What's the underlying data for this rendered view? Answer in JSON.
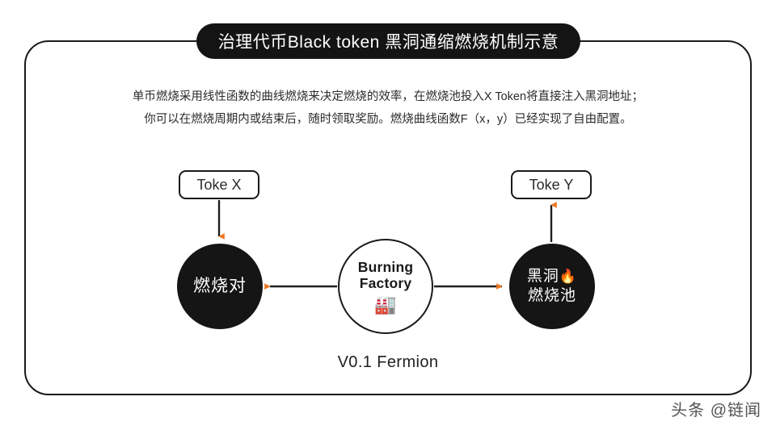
{
  "title": {
    "text": "治理代币Black token 黑洞通缩燃烧机制示意"
  },
  "description": {
    "line1": "单币燃烧采用线性函数的曲线燃烧来决定燃烧的效率，在燃烧池投入X Token将直接注入黑洞地址；",
    "line2": "你可以在燃烧周期内或结束后，随时领取奖励。燃烧曲线函数F（x，y）已经实现了自由配置。"
  },
  "diagram": {
    "token_x_label": "Toke X",
    "token_y_label": "Toke Y",
    "burn_pair_label": "燃烧对",
    "factory_line1": "Burning",
    "factory_line2": "Factory",
    "factory_icon": "🏭",
    "blackhole_line1": "黑洞",
    "blackhole_icon": "🔥",
    "blackhole_line2": "燃烧池",
    "version_caption": "V0.1 Fermion"
  },
  "watermark": {
    "text": "头条 @链闻"
  },
  "colors": {
    "accent_orange": "#EE7722",
    "line_dark": "#1a1a1a",
    "node_fill_dark": "#151515",
    "background": "#ffffff"
  }
}
